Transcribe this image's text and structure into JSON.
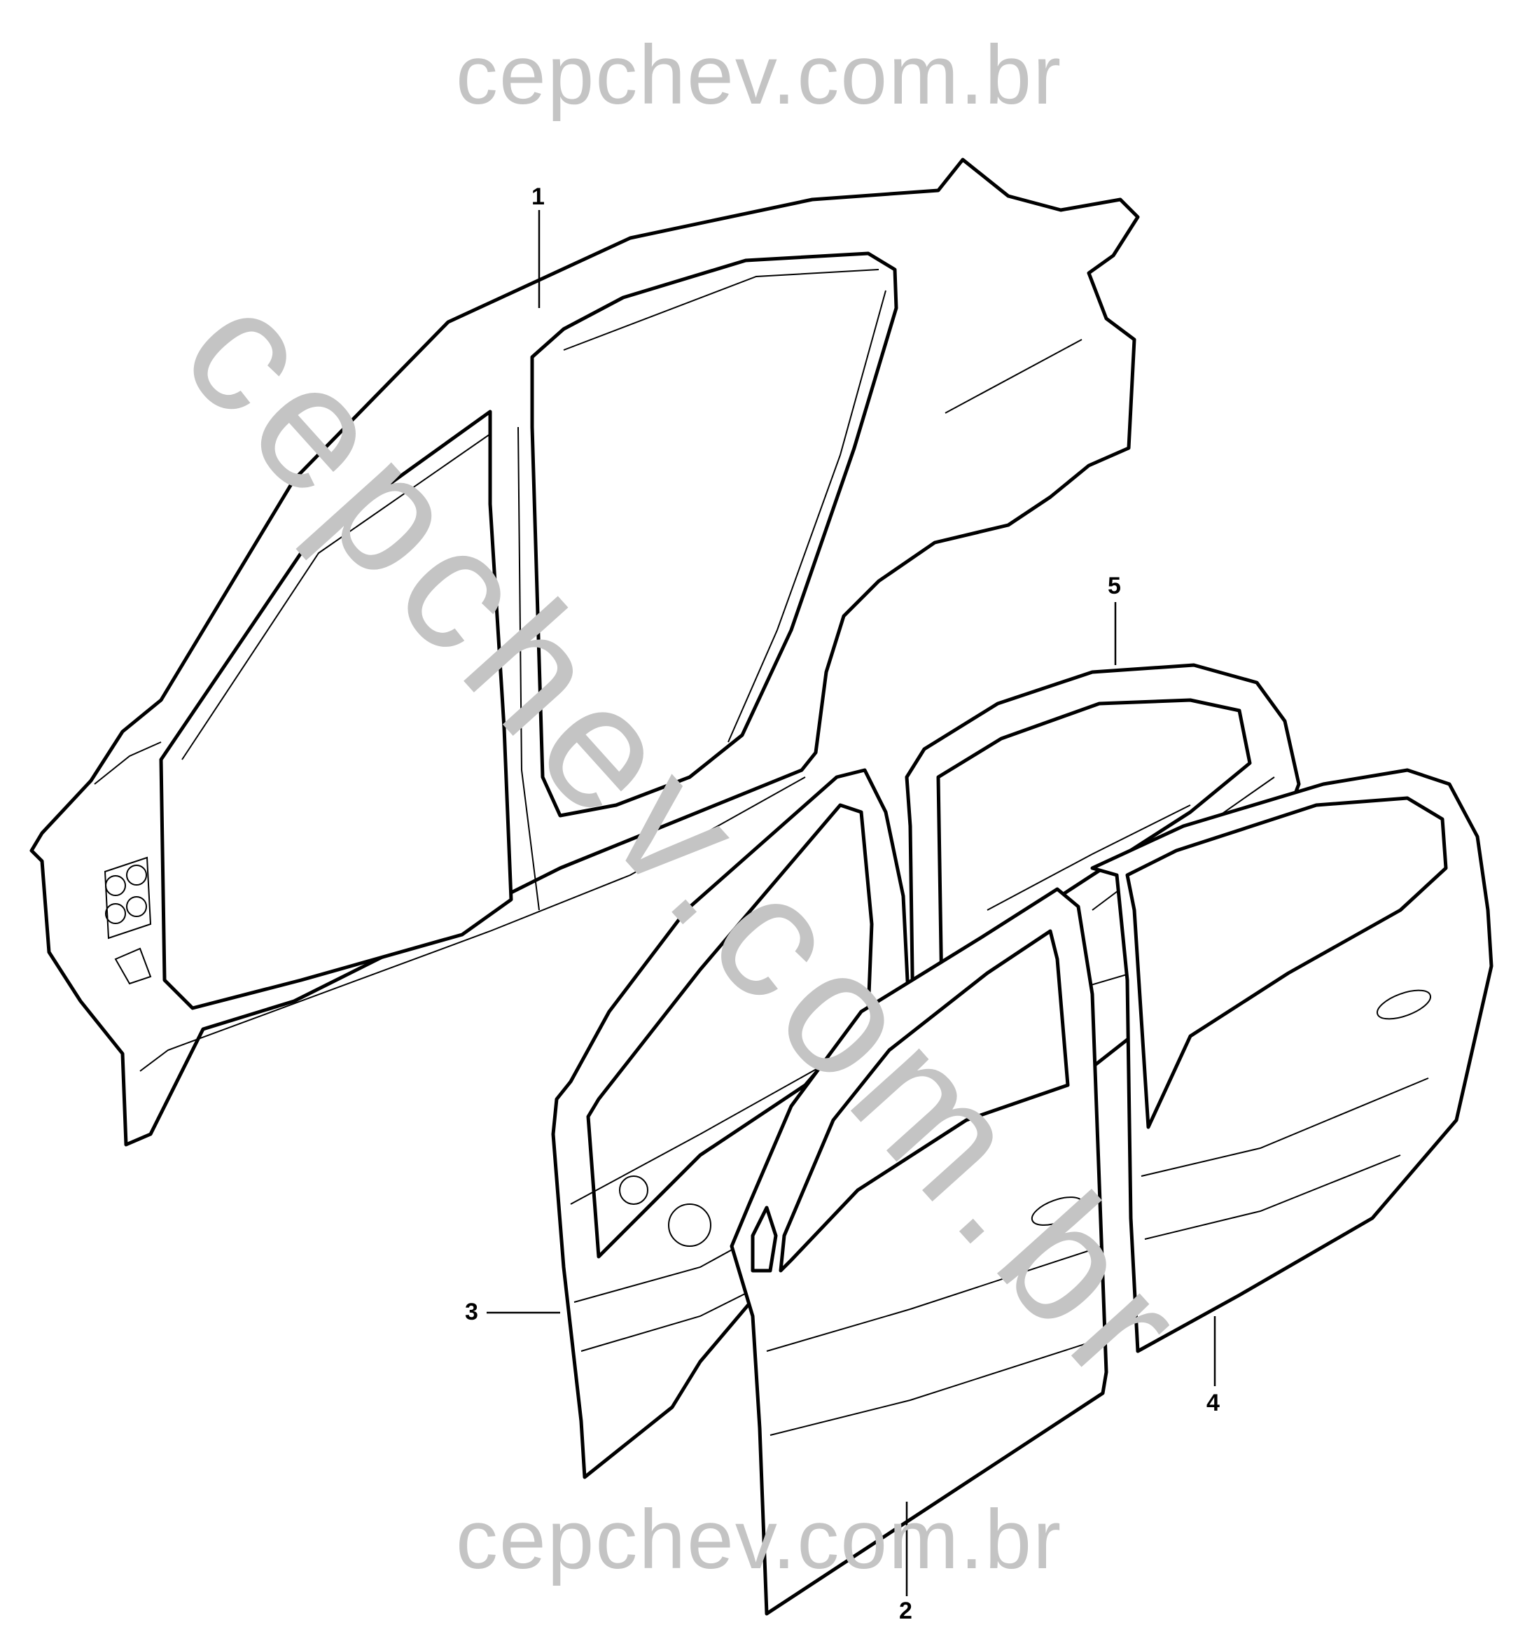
{
  "watermark": {
    "top": "cepchev.com.br",
    "diagonal": "cepchev.com.br",
    "bottom": "cepchev.com.br"
  },
  "callouts": {
    "c1": "1",
    "c2": "2",
    "c3": "3",
    "c4": "4",
    "c5": "5"
  }
}
